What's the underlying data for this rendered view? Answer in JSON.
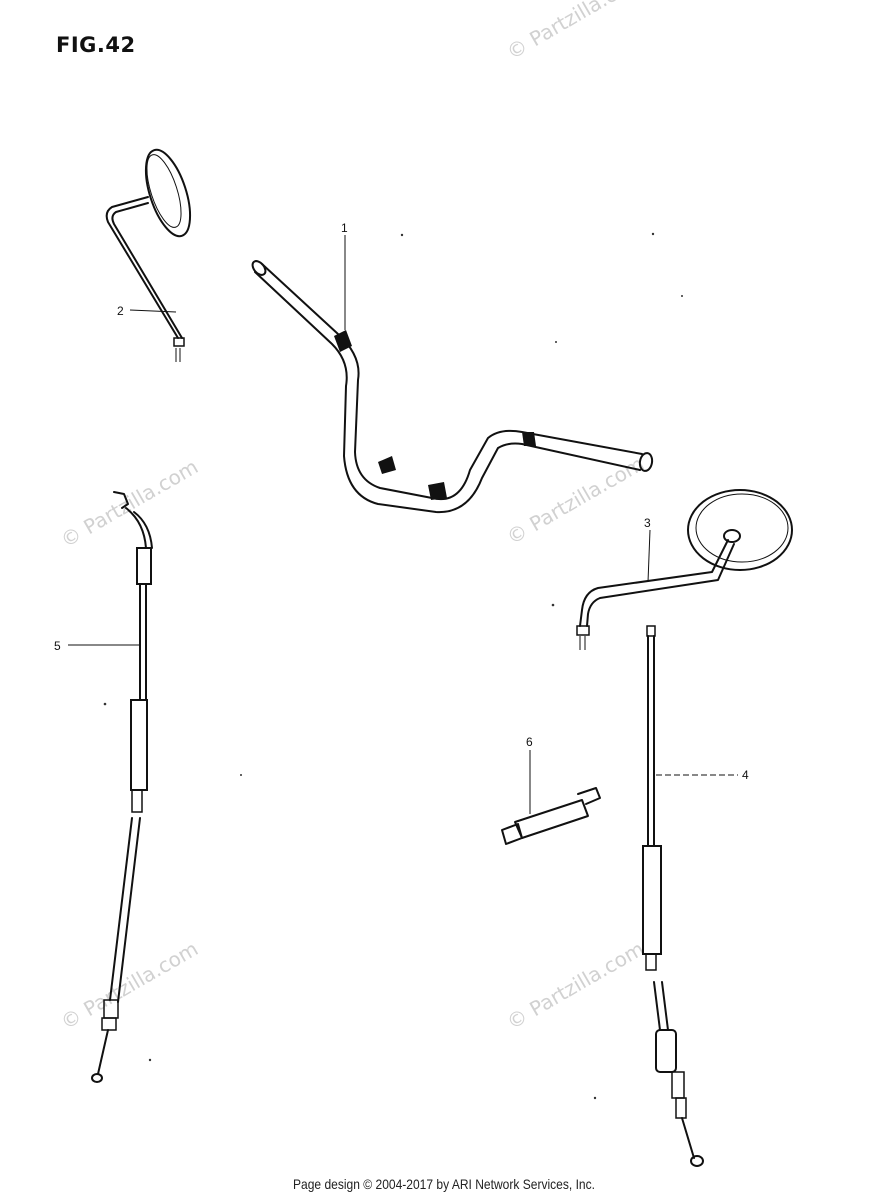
{
  "figure": {
    "title": "FIG.42"
  },
  "callouts": [
    {
      "id": "1",
      "label": "1"
    },
    {
      "id": "2",
      "label": "2"
    },
    {
      "id": "3",
      "label": "3"
    },
    {
      "id": "4",
      "label": "4"
    },
    {
      "id": "5",
      "label": "5"
    },
    {
      "id": "6",
      "label": "6"
    }
  ],
  "watermark": {
    "text": "© Partzilla.com"
  },
  "footer": {
    "text": "Page design © 2004-2017 by ARI Network Services, Inc."
  }
}
